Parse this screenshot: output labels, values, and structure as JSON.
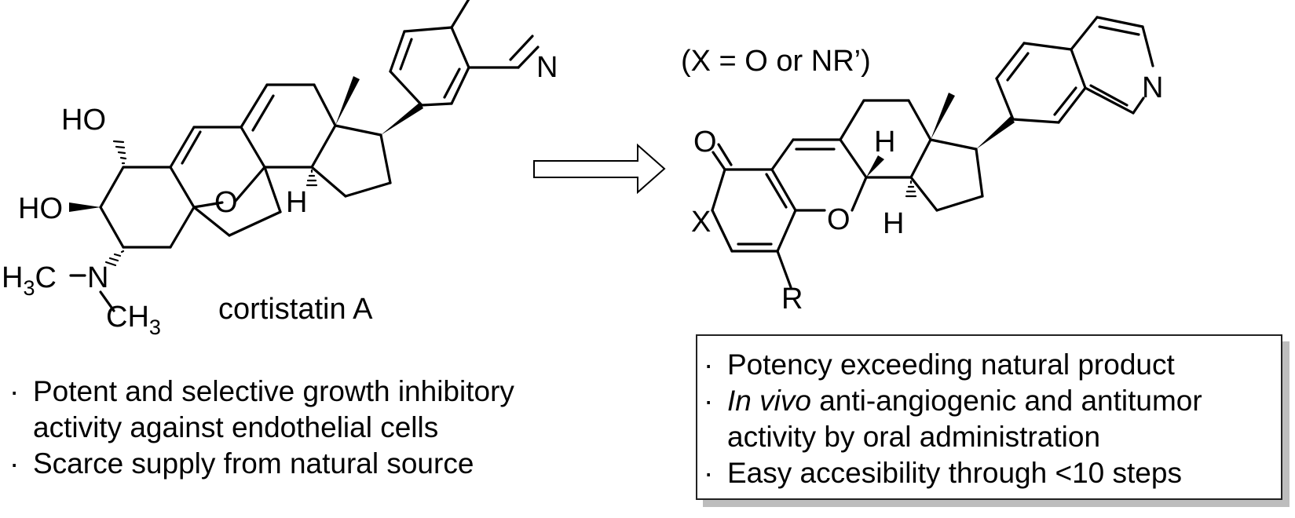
{
  "left_molecule": {
    "name": "cortistatin A",
    "labels": {
      "ho_top": "HO",
      "ho_bottom": "HO",
      "oxygen": "O",
      "hydrogen": "H",
      "nitrogen": "N",
      "ring_nitrogen": "N",
      "methyl_left_main": "H",
      "methyl_left_sub": "3",
      "methyl_left_tail": "C",
      "methyl_bottom_main": "CH",
      "methyl_bottom_sub": "3"
    }
  },
  "right_molecule": {
    "note": "(X = O or NR’)",
    "labels": {
      "carbonyl_o": "O",
      "x": "X",
      "ring_o": "O",
      "h_top": "H",
      "h_bottom": "H",
      "r": "R",
      "ring_nitrogen": "N"
    }
  },
  "left_bullets": [
    {
      "bullet": "·",
      "lines": [
        "Potent and selective growth inhibitory",
        "activity against endothelial cells"
      ]
    },
    {
      "bullet": "·",
      "lines": [
        "Scarce supply from natural source"
      ]
    }
  ],
  "right_bullets": [
    {
      "bullet": "·",
      "text": "Potency exceeding natural product"
    },
    {
      "bullet": "·",
      "italic": "In vivo",
      "text": " anti-angiogenic and antitumor"
    },
    {
      "bullet": "",
      "text": "activity by oral administration"
    },
    {
      "bullet": "·",
      "text": "Easy accesibility through <10 steps"
    }
  ]
}
